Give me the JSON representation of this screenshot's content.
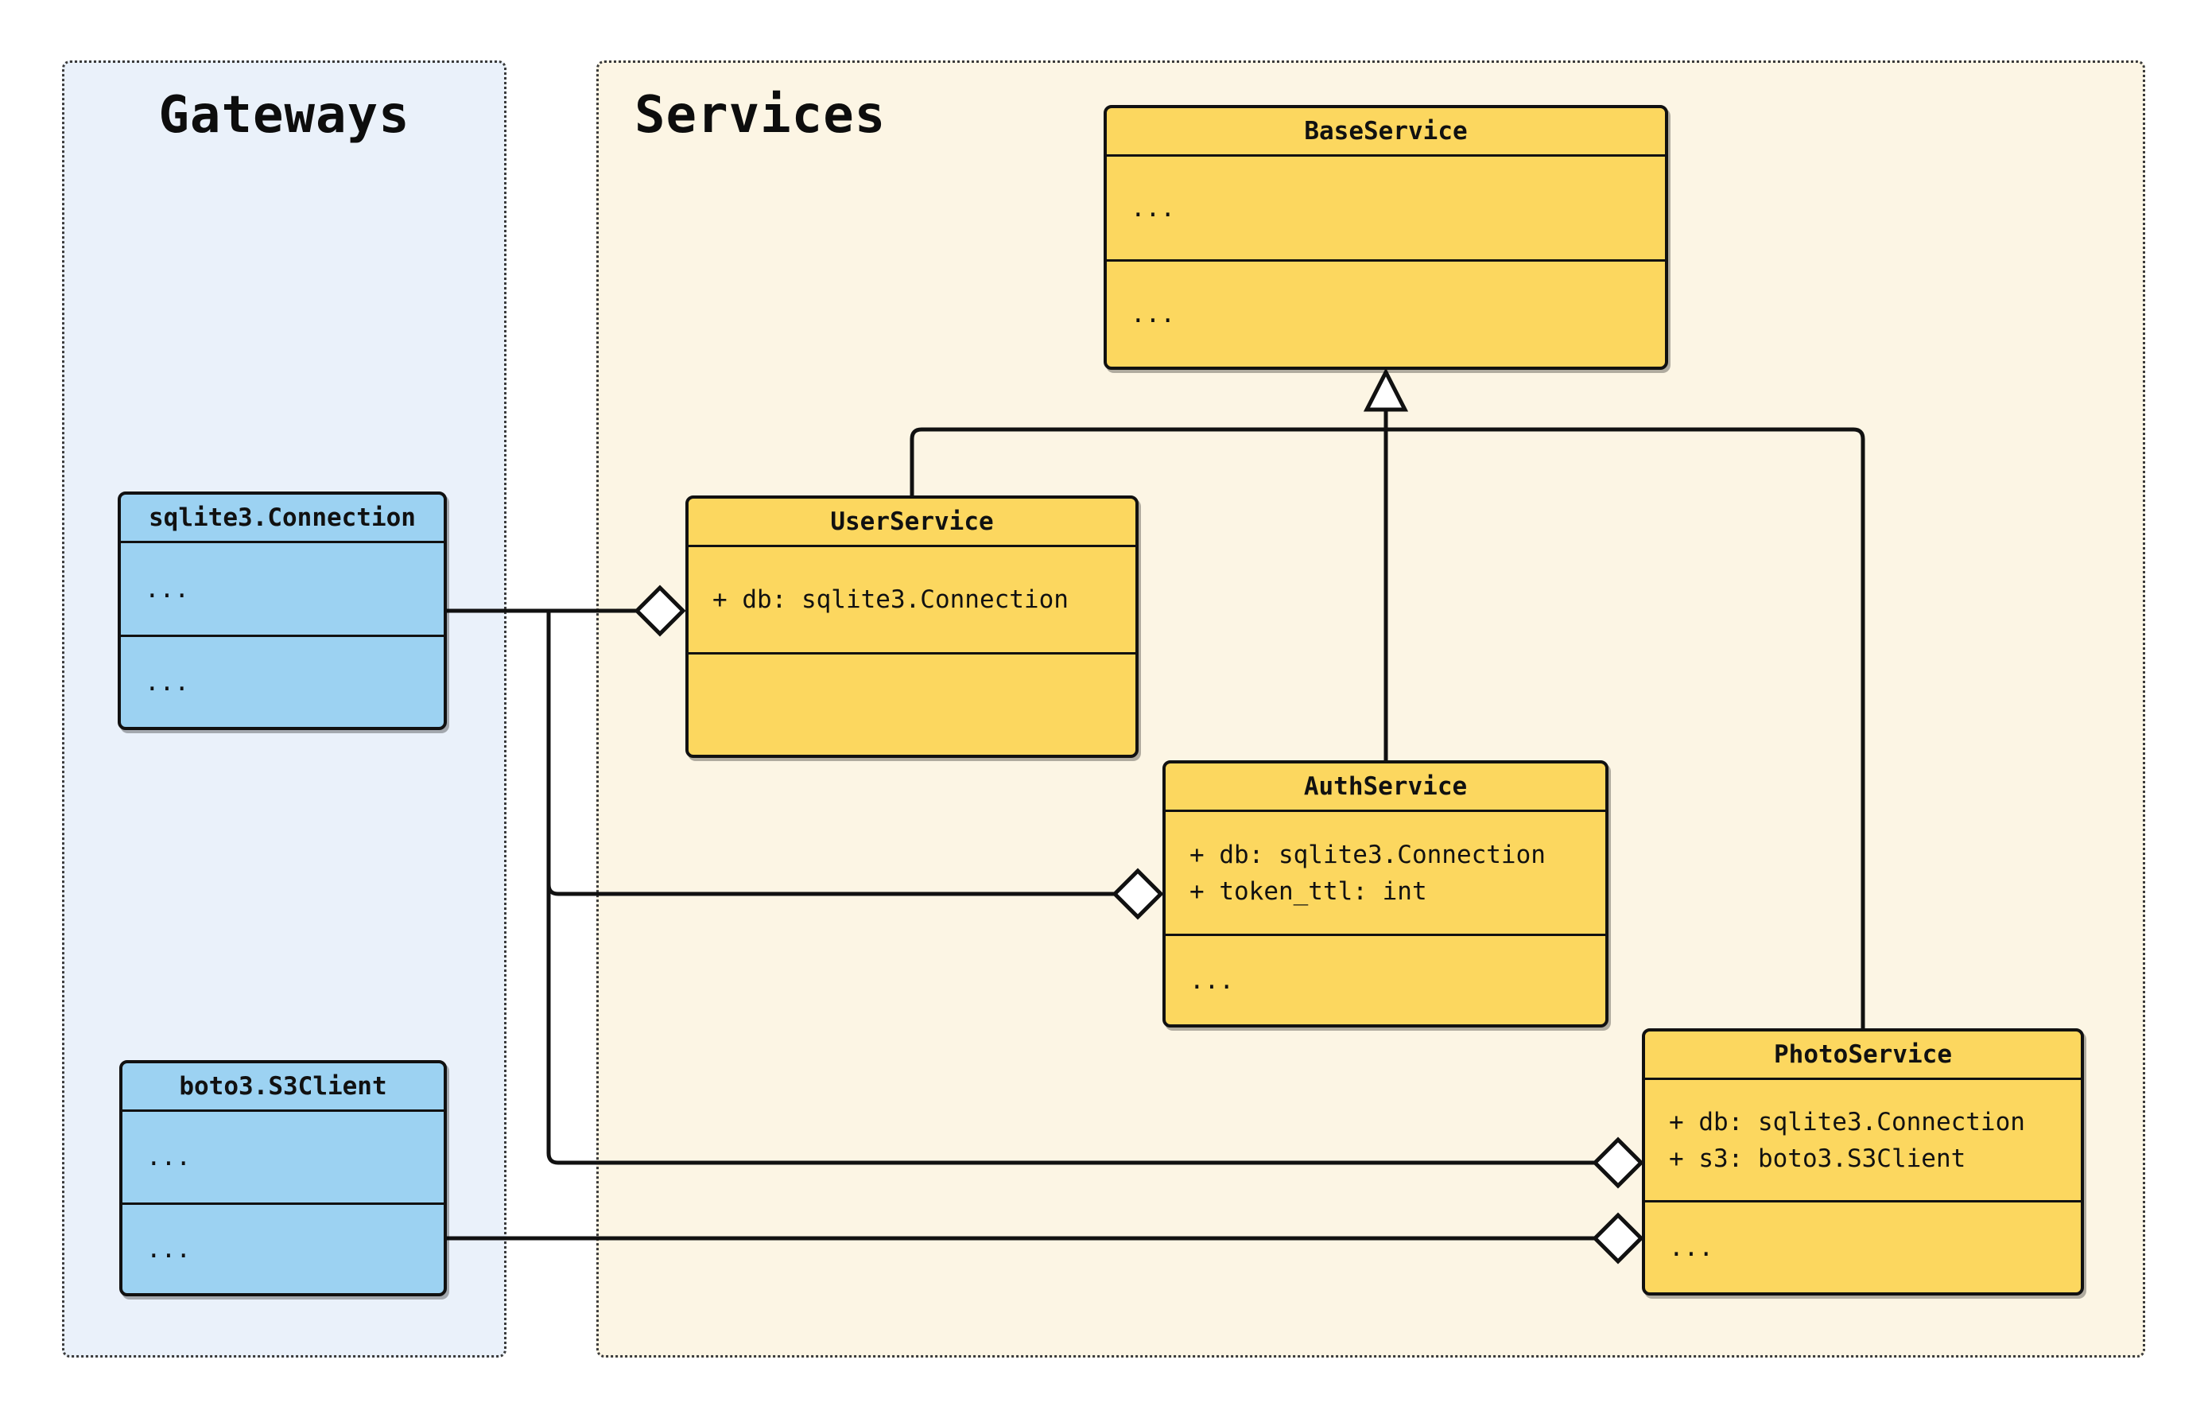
{
  "panels": {
    "gateways": {
      "label": "Gateways"
    },
    "services": {
      "label": "Services"
    }
  },
  "classes": {
    "sqlite_connection": {
      "title": "sqlite3.Connection",
      "attributes": [
        "..."
      ],
      "methods": [
        "..."
      ]
    },
    "boto3_s3client": {
      "title": "boto3.S3Client",
      "attributes": [
        "..."
      ],
      "methods": [
        "..."
      ]
    },
    "base_service": {
      "title": "BaseService",
      "attributes": [
        "..."
      ],
      "methods": [
        "..."
      ]
    },
    "user_service": {
      "title": "UserService",
      "attributes": [
        "+ db: sqlite3.Connection"
      ],
      "methods": []
    },
    "auth_service": {
      "title": "AuthService",
      "attributes": [
        "+ db: sqlite3.Connection",
        "+ token_ttl: int"
      ],
      "methods": [
        "..."
      ]
    },
    "photo_service": {
      "title": "PhotoService",
      "attributes": [
        "+ db: sqlite3.Connection",
        "+ s3: boto3.S3Client"
      ],
      "methods": [
        "..."
      ]
    }
  },
  "relationships": [
    {
      "type": "inheritance",
      "from": "UserService",
      "to": "BaseService"
    },
    {
      "type": "inheritance",
      "from": "AuthService",
      "to": "BaseService"
    },
    {
      "type": "inheritance",
      "from": "PhotoService",
      "to": "BaseService"
    },
    {
      "type": "aggregation",
      "from": "UserService",
      "to": "sqlite3.Connection"
    },
    {
      "type": "aggregation",
      "from": "AuthService",
      "to": "sqlite3.Connection"
    },
    {
      "type": "aggregation",
      "from": "PhotoService",
      "to": "sqlite3.Connection"
    },
    {
      "type": "aggregation",
      "from": "PhotoService",
      "to": "boto3.S3Client"
    }
  ],
  "colors": {
    "page_bg": "#FFFFFF",
    "panel_gateways_bg": "#EAF1FA",
    "panel_services_bg": "#FCF5E4",
    "class_fill_yellow": "#FCD75F",
    "class_fill_blue": "#9CD2F2",
    "stroke": "#111111",
    "marker_fill": "#FFFFFF"
  }
}
